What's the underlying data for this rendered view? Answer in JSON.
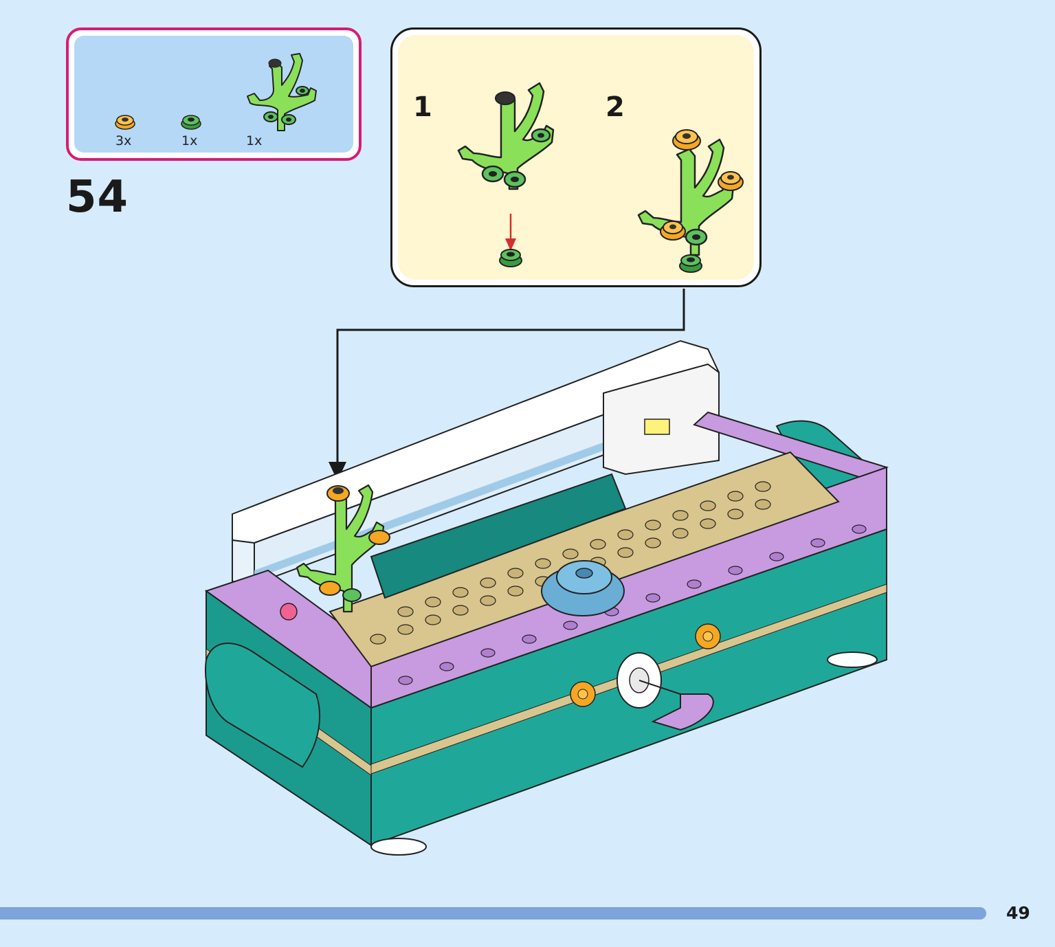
{
  "step": {
    "number": "54"
  },
  "parts_list": {
    "items": [
      {
        "quantity": "3x",
        "icon": "orange-flower-plate-icon",
        "color": "#f5a623"
      },
      {
        "quantity": "1x",
        "icon": "green-round-plate-icon",
        "color": "#4caf50"
      },
      {
        "quantity": "1x",
        "icon": "green-coral-piece-icon",
        "color": "#8be05a"
      }
    ]
  },
  "sub_assembly": {
    "steps": [
      {
        "label": "1"
      },
      {
        "label": "2"
      }
    ]
  },
  "colors": {
    "background": "#d6ecfc",
    "parts_frame": "#d81b72",
    "parts_panel": "#b5d8f6",
    "sub_panel": "#fff6d2",
    "teal_brick": "#1fa89a",
    "lavender_brick": "#c89be0",
    "tan_plate": "#d9c58e",
    "page_bar": "#7ea4dc"
  },
  "page": {
    "number": "49"
  }
}
